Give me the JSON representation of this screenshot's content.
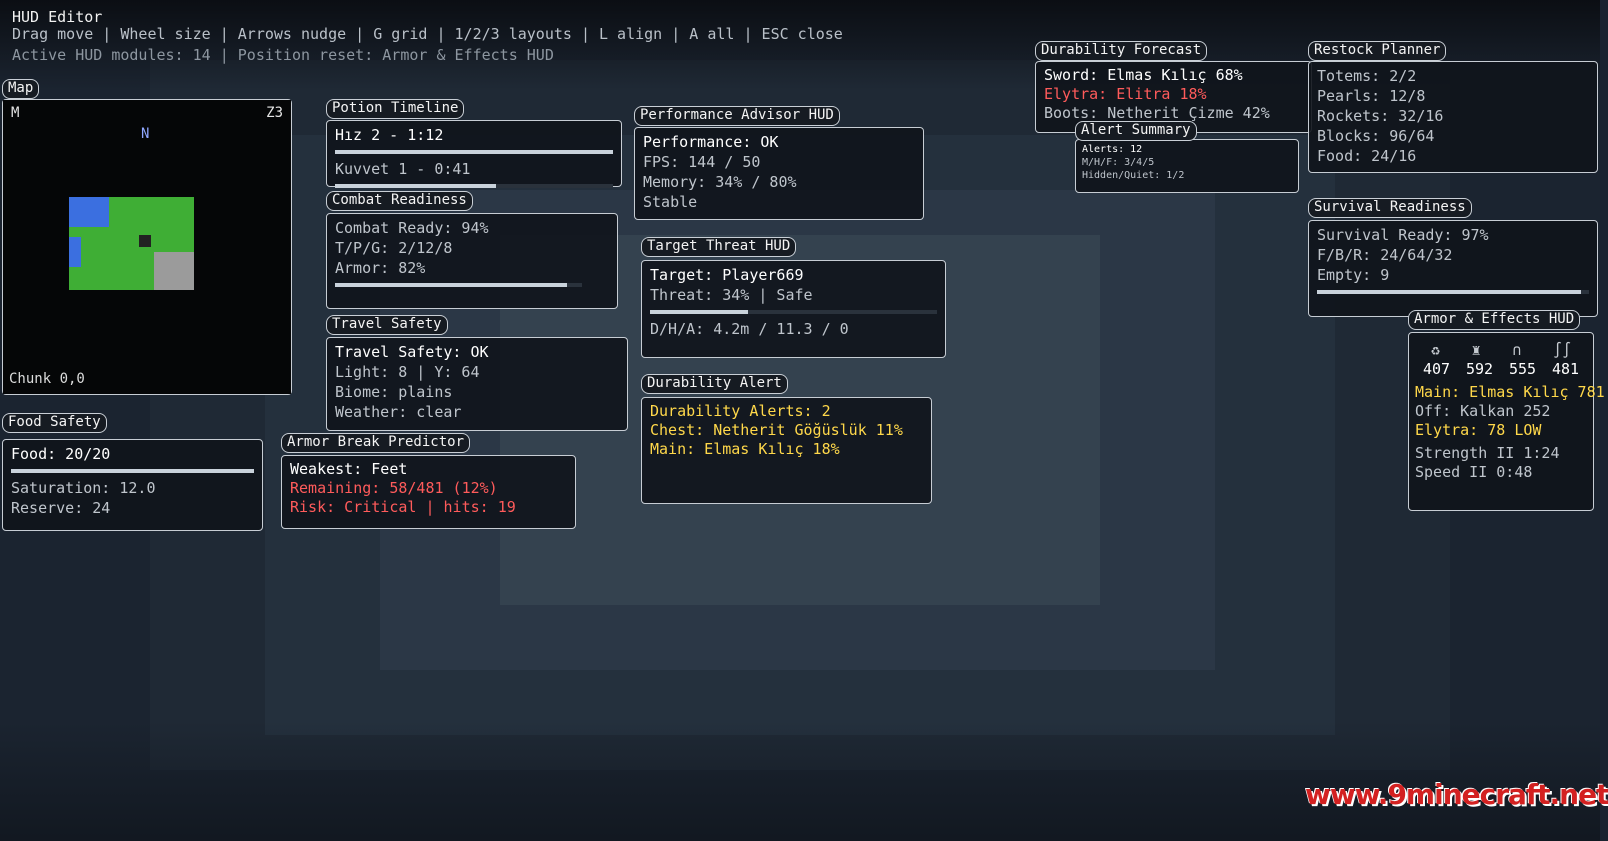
{
  "header": {
    "title": "HUD Editor",
    "controls": "Drag move | Wheel size | Arrows nudge | G grid | 1/2/3 layouts | L align | A all | ESC close",
    "status": "Active HUD modules: 14 | Position reset: Armor & Effects HUD"
  },
  "map": {
    "label": "Map",
    "m": "M",
    "z": "Z3",
    "n": "N",
    "chunk": "Chunk 0,0"
  },
  "potion": {
    "label": "Potion Timeline",
    "l1": "Hız 2 - 1:12",
    "l2": "Kuvvet 1 - 0:41",
    "bar1": 1.0,
    "bar2": 0.58
  },
  "combat": {
    "label": "Combat Readiness",
    "l1": "Combat Ready: 94%",
    "l2": "T/P/G: 2/12/8",
    "l3": "Armor: 82%",
    "bar": 0.94
  },
  "travel": {
    "label": "Travel Safety",
    "l1": "Travel Safety: OK",
    "l2": "Light: 8 | Y: 64",
    "l3": "Biome: plains",
    "l4": "Weather: clear"
  },
  "food": {
    "label": "Food Safety",
    "l1": "Food: 20/20",
    "l2": "Saturation: 12.0",
    "l3": "Reserve: 24",
    "bar": 1.0
  },
  "armorbreak": {
    "label": "Armor Break Predictor",
    "l1": "Weakest: Feet",
    "l2": "Remaining: 58/481 (12%)",
    "l3": "Risk: Critical | hits: 19"
  },
  "perf": {
    "label": "Performance Advisor HUD",
    "l1": "Performance: OK",
    "l2": "FPS: 144 / 50",
    "l3": "Memory: 34% / 80%",
    "l4": "Stable"
  },
  "threat": {
    "label": "Target Threat HUD",
    "l1": "Target: Player669",
    "l2": "Threat: 34% | Safe",
    "l3": "D/H/A: 4.2m / 11.3 / 0",
    "bar": 0.34
  },
  "duralert": {
    "label": "Durability Alert",
    "l1": "Durability Alerts: 2",
    "l2": "Chest: Netherit Göğüslük 11%",
    "l3": "Main: Elmas Kılıç 18%"
  },
  "forecast": {
    "label": "Durability Forecast",
    "l1": "Sword: Elmas Kılıç 68%",
    "l2": "Elytra: Elitra 18%",
    "l3": "Boots: Netherit Çizme 42%"
  },
  "alertsum": {
    "label": "Alert Summary",
    "l1": "Alerts: 12",
    "l2": "M/H/F: 3/4/5",
    "l3": "Hidden/Quiet: 1/2"
  },
  "restock": {
    "label": "Restock Planner",
    "l1": "Totems: 2/2",
    "l2": "Pearls: 12/8",
    "l3": "Rockets: 32/16",
    "l4": "Blocks: 96/64",
    "l5": "Food: 24/16"
  },
  "survival": {
    "label": "Survival Readiness",
    "l1": "Survival Ready: 97%",
    "l2": "F/B/R: 24/64/32",
    "l3": "Empty: 9",
    "bar": 0.97
  },
  "armorfx": {
    "label": "Armor & Effects HUD",
    "icons": [
      "helmet-icon",
      "chestplate-icon",
      "leggings-icon",
      "boots-icon"
    ],
    "d1": "407",
    "d2": "592",
    "d3": "555",
    "d4": "481",
    "main": "Main: Elmas Kılıç 781",
    "off": "Off: Kalkan 252",
    "elytra": "Elytra: 78 LOW",
    "e1": "Strength II 1:24",
    "e2": "Speed II 0:48"
  },
  "watermark": "www.9minecraft.net"
}
